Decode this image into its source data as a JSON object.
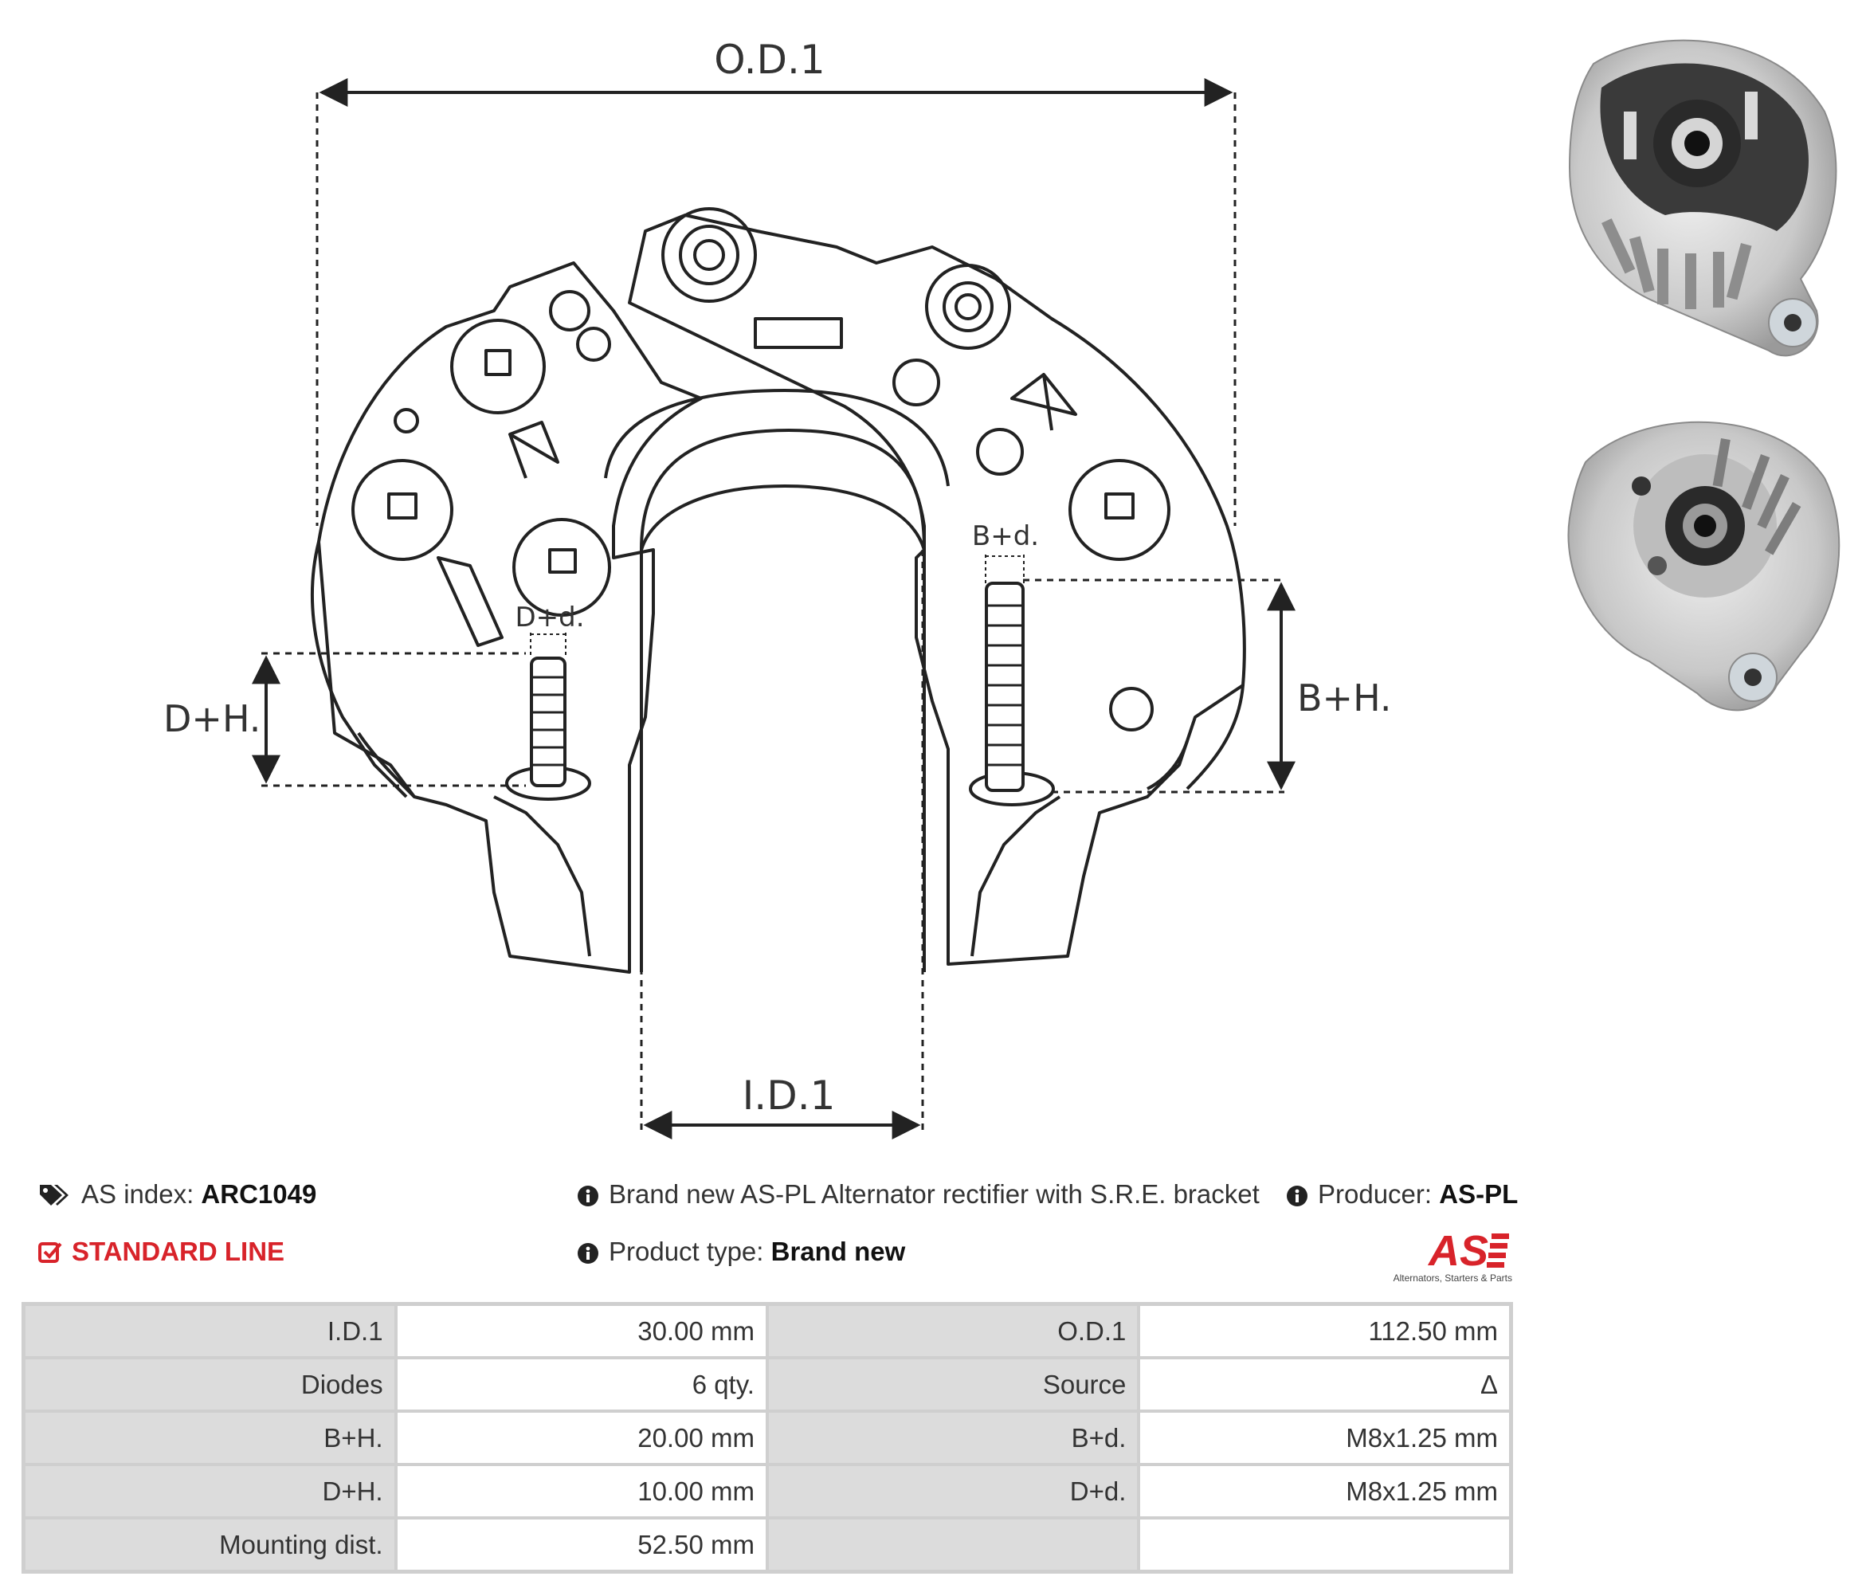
{
  "diagram": {
    "labels": {
      "od": "O.D.1",
      "id": "I.D.1",
      "bh": "B+H.",
      "bd": "B+d.",
      "dh": "D+H.",
      "dd": "D+d."
    }
  },
  "info": {
    "as_index_label": "AS index:",
    "as_index_value": "ARC1049",
    "line": "STANDARD LINE",
    "description": "Brand new AS-PL Alternator rectifier with S.R.E. bracket",
    "producer_label": "Producer:",
    "producer_value": "AS-PL",
    "product_type_label": "Product type:",
    "product_type_value": "Brand new"
  },
  "logo": {
    "text": "AS",
    "tagline": "Alternators, Starters & Parts"
  },
  "colors": {
    "accent_red": "#d8232a"
  },
  "specs": [
    [
      "I.D.1",
      "30.00 mm",
      "O.D.1",
      "112.50 mm"
    ],
    [
      "Diodes",
      "6 qty.",
      "Source",
      "Δ"
    ],
    [
      "B+H.",
      "20.00 mm",
      "B+d.",
      "M8x1.25 mm"
    ],
    [
      "D+H.",
      "10.00 mm",
      "D+d.",
      "M8x1.25 mm"
    ],
    [
      "Mounting dist.",
      "52.50 mm",
      "",
      ""
    ]
  ]
}
